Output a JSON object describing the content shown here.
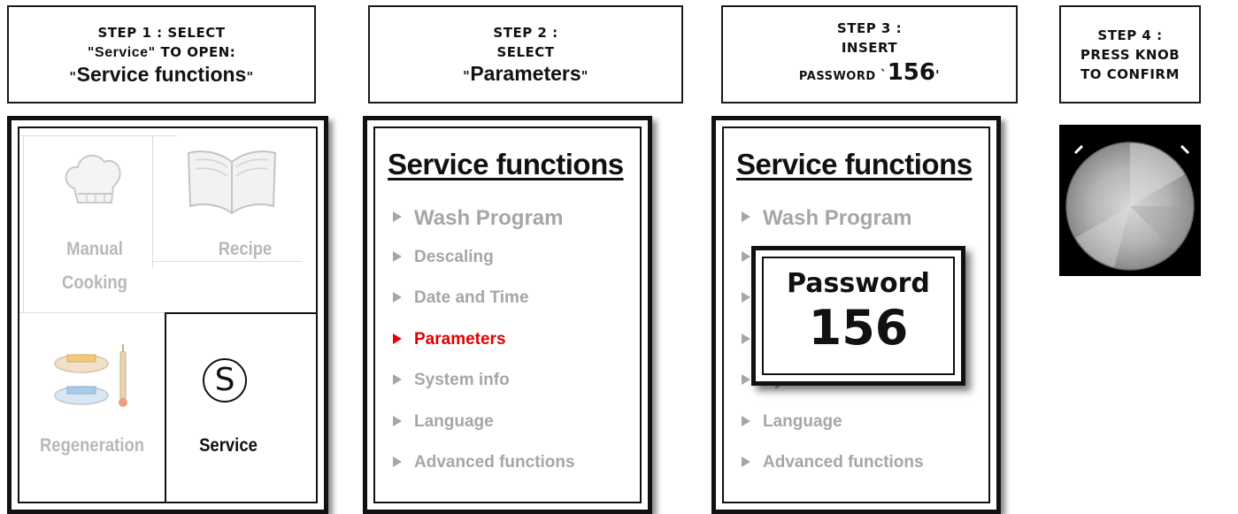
{
  "steps": [
    {
      "line1": "STEP 1 : SELECT",
      "quote_open": "\"",
      "service_word": "Service",
      "quote_mid": "\" TO OPEN:",
      "q2_open": "\"",
      "target": "Service functions",
      "q2_close": "\""
    },
    {
      "line1": "STEP 2 :",
      "line2": "SELECT",
      "q_open": "\"",
      "target": "Parameters",
      "q_close": "\""
    },
    {
      "line1": "STEP 3 :",
      "line2": "INSERT",
      "line3_prefix": "PASSWORD ",
      "q_open": "`",
      "password": "156",
      "q_close": "'"
    },
    {
      "line1": "STEP 4 :",
      "line2": "PRESS KNOB",
      "line3": "TO CONFIRM"
    }
  ],
  "home": {
    "tiles": [
      {
        "label_line1": "Manual",
        "label_line2": "Cooking",
        "icon": "chef-hat-icon"
      },
      {
        "label": "Recipe",
        "icon": "open-book-icon"
      },
      {
        "label": "Regeneration",
        "icon": "plates-thermometer-icon"
      },
      {
        "label": "Service",
        "icon": "service-s-icon",
        "glyph": "S"
      }
    ]
  },
  "menu": {
    "title": "Service functions",
    "items": [
      "Wash Program",
      "Descaling",
      "Date and Time",
      "Parameters",
      "System info",
      "Language",
      "Advanced functions"
    ],
    "active_item": "Parameters",
    "active_color": "#e40000"
  },
  "password_dialog": {
    "title": "Password",
    "value": "156"
  },
  "knob": {
    "icon": "rotary-knob-icon"
  }
}
